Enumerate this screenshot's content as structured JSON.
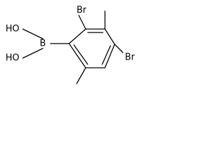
{
  "molecule": {
    "atoms": {
      "boron": "B",
      "hydroxyl_top": "HO",
      "hydroxyl_bottom": "HO",
      "bromo_top": "Br",
      "bromo_right": "Br"
    }
  }
}
